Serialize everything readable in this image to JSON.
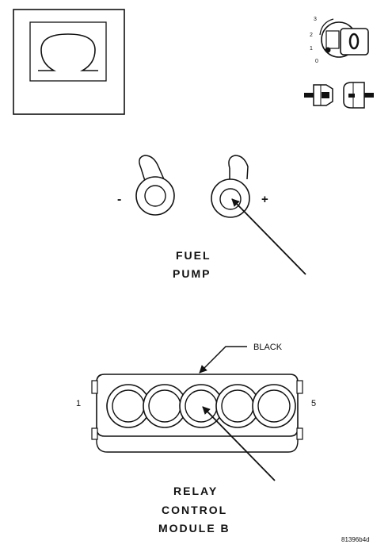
{
  "meter_symbol": "ohm-symbol",
  "ignition": {
    "positions": [
      "3",
      "2",
      "1",
      "0"
    ]
  },
  "fuel_pump": {
    "terminal_negative": "-",
    "terminal_positive": "+",
    "label_line1": "FUEL",
    "label_line2": "PUMP"
  },
  "relay_module": {
    "wire_label": "BLACK",
    "pin_left": "1",
    "pin_right": "5",
    "label_line1": "RELAY",
    "label_line2": "CONTROL",
    "label_line3": "MODULE B"
  },
  "figure_id": "81396b4d",
  "colors": {
    "ink": "#111111",
    "background": "#ffffff"
  }
}
